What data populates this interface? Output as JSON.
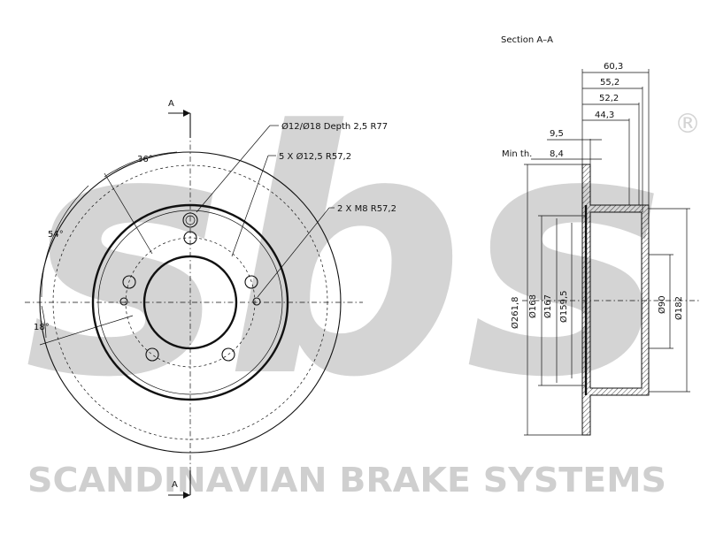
{
  "watermark": {
    "logo_text": "sbs",
    "registered_mark": "®",
    "company": "SCANDINAVIAN BRAKE SYSTEMS"
  },
  "front_view": {
    "section_marker_top": "A",
    "section_marker_bottom": "A",
    "angle_36": "36°",
    "angle_54": "54°",
    "angle_18": "18°",
    "callout_center_bore": "Ø12/Ø18 Depth 2,5   R77",
    "callout_bolt_holes": "5 X Ø12,5   R57,2",
    "callout_threads": "2 X M8   R57,2"
  },
  "section_view": {
    "title": "Section A–A",
    "dim_60_3": "60,3",
    "dim_55_2": "55,2",
    "dim_52_2": "52,2",
    "dim_44_3": "44,3",
    "dim_9_5": "9,5",
    "min_th_label": "Min th.",
    "min_th_value": "8,4",
    "dia_261_8": "Ø261,8",
    "dia_168": "Ø168",
    "dia_167": "Ø167",
    "dia_159_5": "Ø159,5",
    "dia_90": "Ø90",
    "dia_182": "Ø182"
  }
}
